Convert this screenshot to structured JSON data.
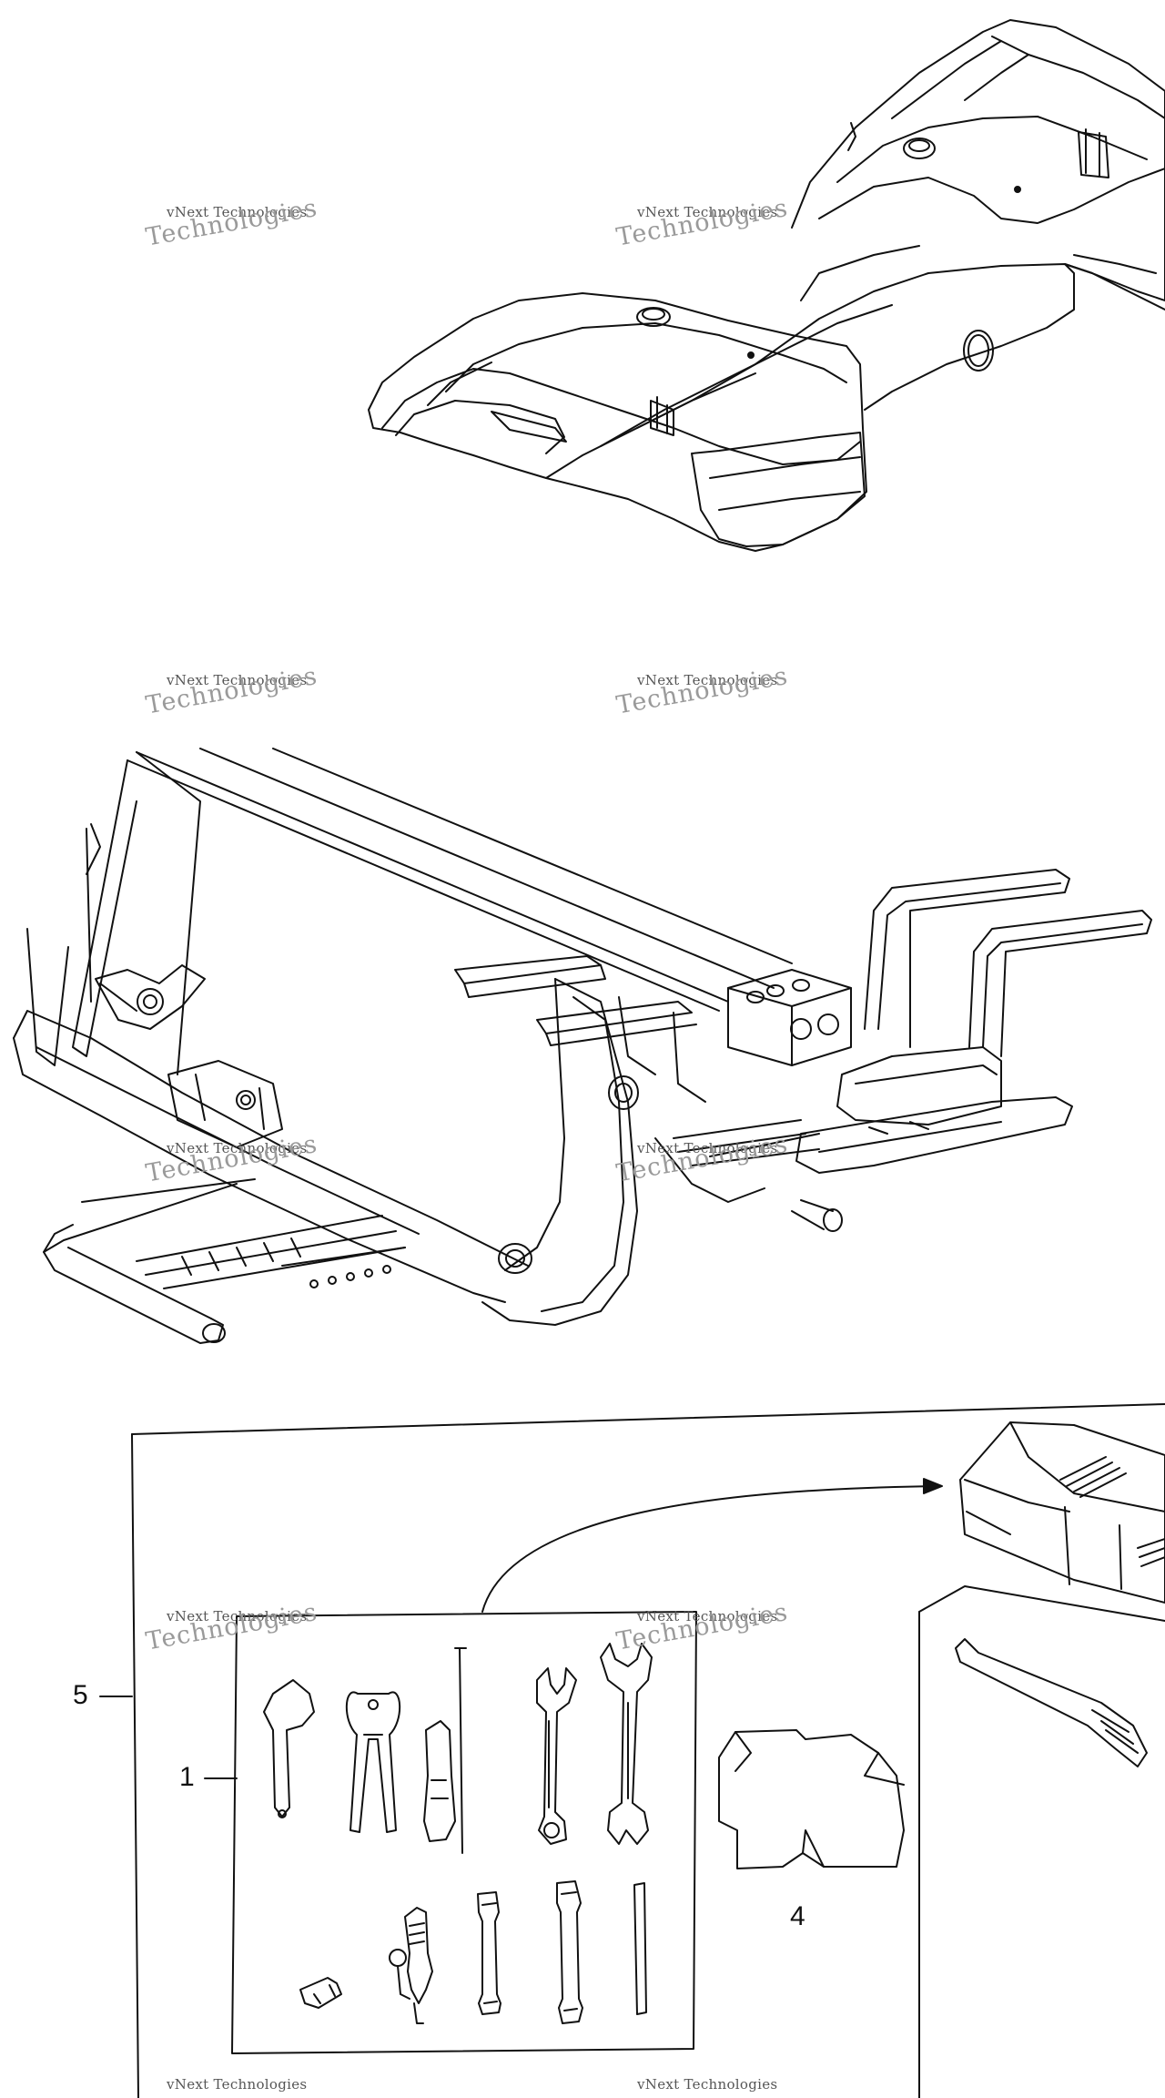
{
  "watermark": {
    "line1": "vNext Technologies",
    "line2": "Technologies"
  },
  "callouts": {
    "c1": "1",
    "c4": "4",
    "c5": "5"
  }
}
